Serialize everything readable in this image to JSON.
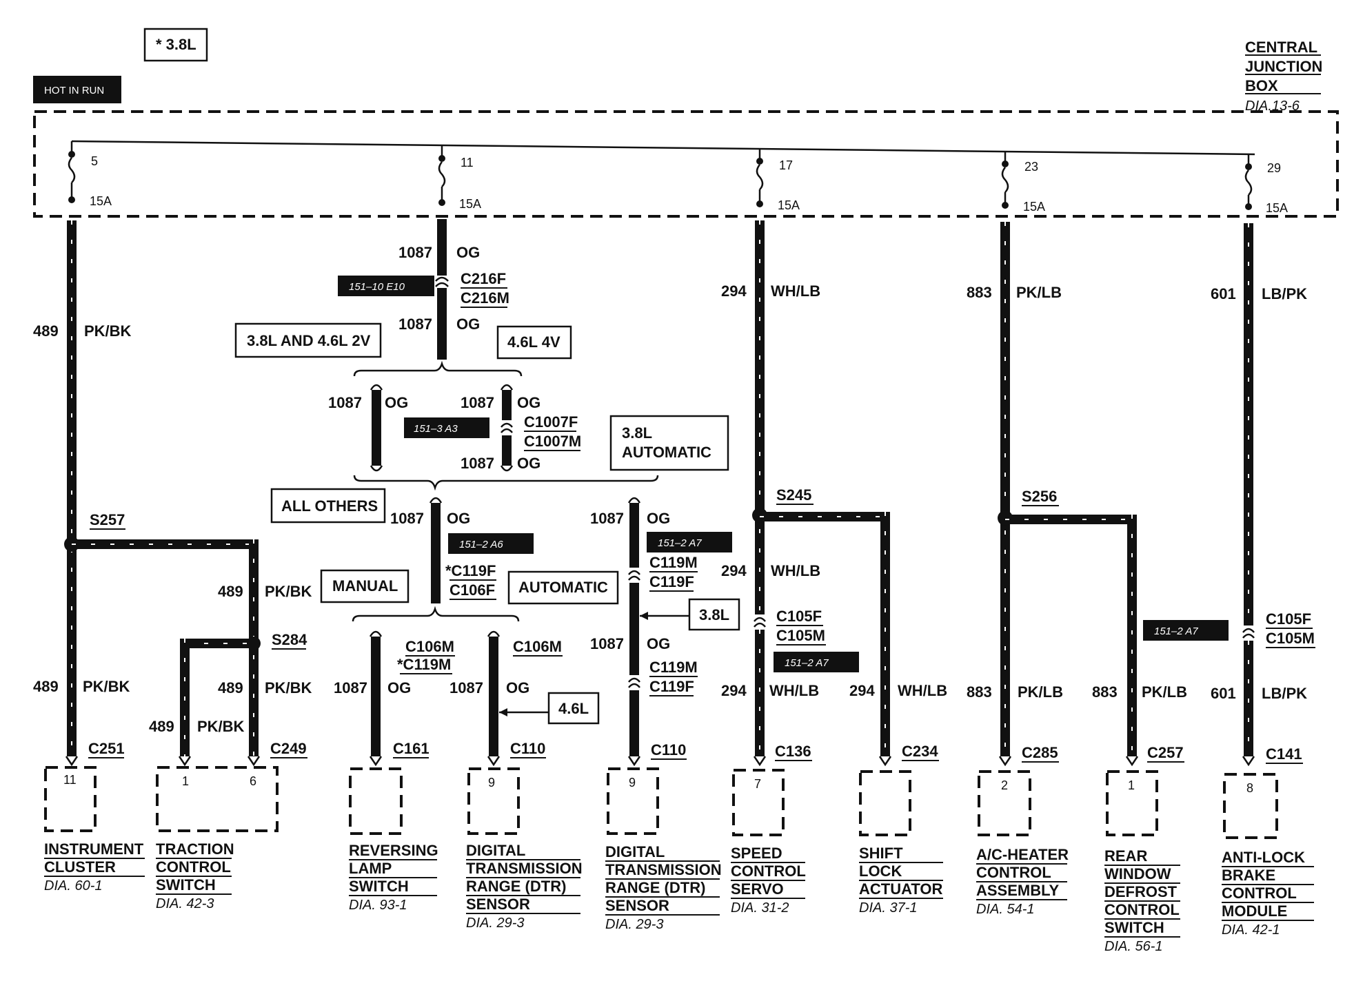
{
  "header": {
    "engine_note": "* 3.8L",
    "hot_label": "HOT IN RUN",
    "junction": [
      "CENTRAL",
      "JUNCTION",
      "BOX"
    ],
    "junction_ref": "DIA.13-6"
  },
  "fuses": [
    {
      "num": "5",
      "amp": "15A"
    },
    {
      "num": "11",
      "amp": "15A"
    },
    {
      "num": "17",
      "amp": "15A"
    },
    {
      "num": "23",
      "amp": "15A"
    },
    {
      "num": "29",
      "amp": "15A"
    }
  ],
  "labels": {
    "c1": "1087",
    "c1b": "OG",
    "c2": "1087",
    "c2b": "OG",
    "conn_c216f": "C216F",
    "conn_c216m": "C216M",
    "ref_151_10": "151–10 E10",
    "box_38_46_2v": "3.8L AND 4.6L 2V",
    "box_46_4v": "4.6L 4V",
    "w1087a": "1087",
    "ogA": "OG",
    "w1087b": "1087",
    "ogB": "OG",
    "ref_151_3": "151–3 A3",
    "conn_c1007f": "C1007F",
    "conn_c1007m": "C1007M",
    "w1087c": "1087",
    "ogC": "OG",
    "box_38_auto_1": "3.8L",
    "box_38_auto_2": "AUTOMATIC",
    "box_all_others": "ALL OTHERS",
    "w1087d": "1087",
    "ogD": "OG",
    "ref_151_2_a6": "151–2 A6",
    "conn_c119f_star": "*C119F",
    "conn_c106f": "C106F",
    "box_manual": "MANUAL",
    "box_automatic": "AUTOMATIC",
    "w1087e": "1087",
    "ogE": "OG",
    "ref_151_2_a7a": "151–2 A7",
    "conn_c119m_a": "C119M",
    "conn_c119f_a": "C119F",
    "box_38l": "3.8L",
    "w1087f": "1087",
    "ogF": "OG",
    "conn_c119m_b": "C119M",
    "conn_c119f_b": "C119F",
    "conn_c106m_a": "C106M",
    "conn_c119m_star": "*C119M",
    "conn_c106m_b": "C106M",
    "w1087g": "1087",
    "ogG": "OG",
    "w1087h": "1087",
    "ogH": "OG",
    "box_46l": "4.6L",
    "w489a": "489",
    "pkbkA": "PK/BK",
    "s257": "S257",
    "w489b": "489",
    "pkbkB": "PK/BK",
    "s284": "S284",
    "w489c": "489",
    "pkbkC": "PK/BK",
    "w489d": "489",
    "pkbkD": "PK/BK",
    "w489e": "489",
    "pkbkE": "PK/BK",
    "w294a": "294",
    "whlbA": "WH/LB",
    "s245": "S245",
    "w294b": "294",
    "whlbB": "WH/LB",
    "conn_c105f_a": "C105F",
    "conn_c105m_a": "C105M",
    "ref_151_2_a7b": "151–2 A7",
    "w294c": "294",
    "whlbC": "WH/LB",
    "w294d": "294",
    "whlbD": "WH/LB",
    "w883a": "883",
    "pklbA": "PK/LB",
    "s256": "S256",
    "w883b": "883",
    "pklbB": "PK/LB",
    "w883c": "883",
    "pklbC": "PK/LB",
    "ref_151_2_a7c": "151–2 A7",
    "w601a": "601",
    "lbpkA": "LB/PK",
    "conn_c105f_b": "C105F",
    "conn_c105m_b": "C105M",
    "w601b": "601",
    "lbpkB": "LB/PK"
  },
  "components": [
    {
      "conn": "C251",
      "pin": "11",
      "name": [
        "INSTRUMENT",
        "CLUSTER"
      ],
      "ref": "DIA. 60-1"
    },
    {
      "conn": "C249",
      "pin": "1",
      "pin2": "6",
      "name": [
        "TRACTION",
        "CONTROL",
        "SWITCH"
      ],
      "ref": "DIA. 42-3"
    },
    {
      "conn": "C161",
      "pin": "",
      "name": [
        "REVERSING",
        "LAMP",
        "SWITCH"
      ],
      "ref": "DIA. 93-1"
    },
    {
      "conn": "C110",
      "pin": "9",
      "name": [
        "DIGITAL",
        "TRANSMISSION",
        "RANGE (DTR)",
        "SENSOR"
      ],
      "ref": "DIA. 29-3"
    },
    {
      "conn": "C110",
      "pin": "9",
      "name": [
        "DIGITAL",
        "TRANSMISSION",
        "RANGE (DTR)",
        "SENSOR"
      ],
      "ref": "DIA. 29-3"
    },
    {
      "conn": "C136",
      "pin": "7",
      "name": [
        "SPEED",
        "CONTROL",
        "SERVO"
      ],
      "ref": "DIA. 31-2"
    },
    {
      "conn": "C234",
      "pin": "",
      "name": [
        "SHIFT",
        "LOCK",
        "ACTUATOR"
      ],
      "ref": "DIA. 37-1"
    },
    {
      "conn": "C285",
      "pin": "2",
      "name": [
        "A/C-HEATER",
        "CONTROL",
        "ASSEMBLY"
      ],
      "ref": "DIA. 54-1"
    },
    {
      "conn": "C257",
      "pin": "1",
      "name": [
        "REAR",
        "WINDOW",
        "DEFROST",
        "CONTROL",
        "SWITCH"
      ],
      "ref": "DIA. 56-1"
    },
    {
      "conn": "C141",
      "pin": "8",
      "name": [
        "ANTI-LOCK",
        "BRAKE",
        "CONTROL",
        "MODULE"
      ],
      "ref": "DIA. 42-1"
    }
  ]
}
